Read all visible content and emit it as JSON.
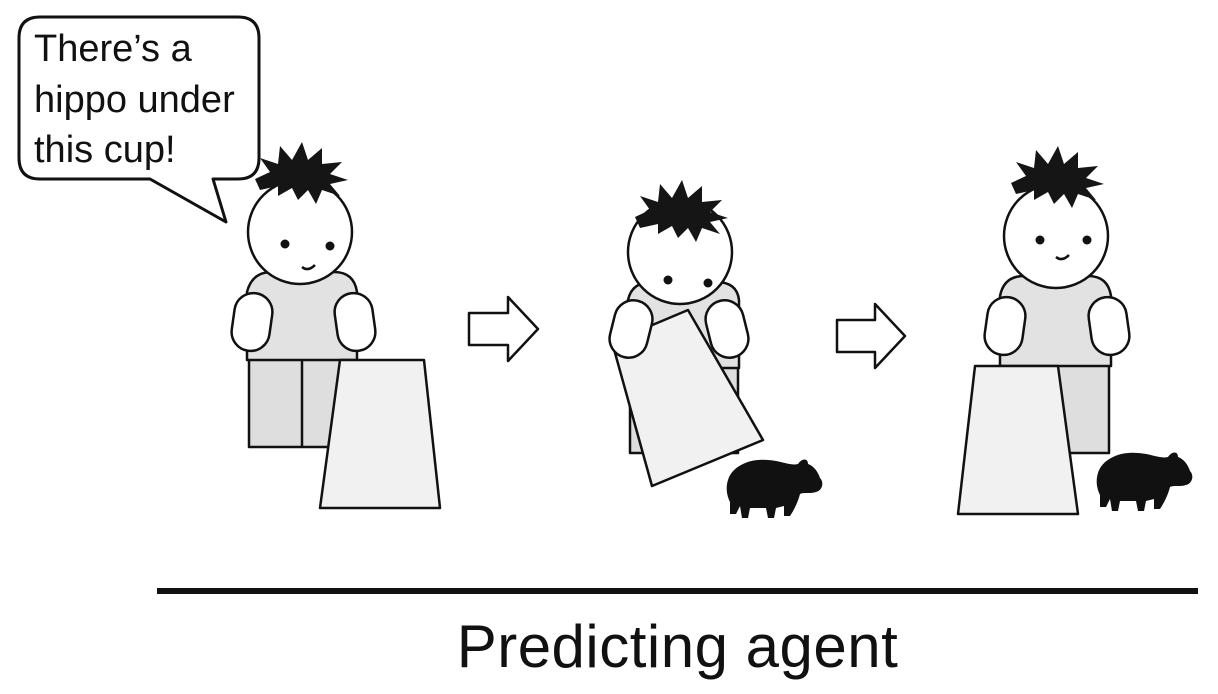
{
  "speech_bubble": {
    "lines": [
      "There’s a",
      "hippo under",
      "this cup!"
    ]
  },
  "caption": "Predicting agent",
  "panels": [
    {
      "figure": "child-smiling",
      "cup": "upright-in-front",
      "hippo": "none"
    },
    {
      "figure": "child-lifting-cup",
      "cup": "tilted-lifted",
      "hippo": "visible"
    },
    {
      "figure": "child-smiling",
      "cup": "upright-in-front",
      "hippo": "visible"
    }
  ],
  "colors": {
    "outline": "#111111",
    "shirt": "#e2e2e2",
    "pants": "#dedede",
    "cup": "#f1f1f1",
    "hair": "#151515",
    "hippo": "#111111"
  }
}
